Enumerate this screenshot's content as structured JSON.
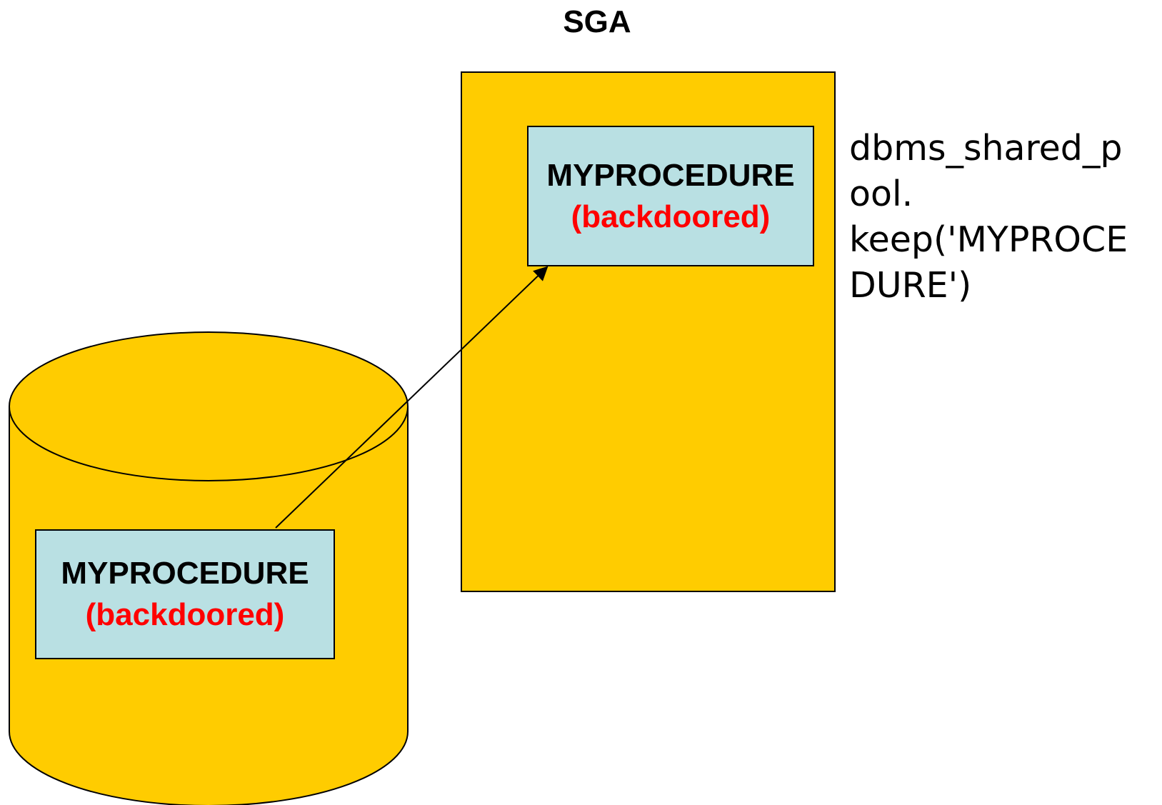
{
  "sga": {
    "title": "SGA",
    "procedure": {
      "name": "MYPROCEDURE",
      "status": "(backdoored)"
    }
  },
  "database": {
    "procedure": {
      "name": "MYPROCEDURE",
      "status": "(backdoored)"
    }
  },
  "keep_note": {
    "text": "dbms_shared_p\nool.\nkeep('MYPROCE\nDURE')"
  },
  "colors": {
    "container_fill": "#ffcc00",
    "box_fill": "#b9e0e3",
    "status_text": "#ff0000",
    "outline": "#000000"
  }
}
